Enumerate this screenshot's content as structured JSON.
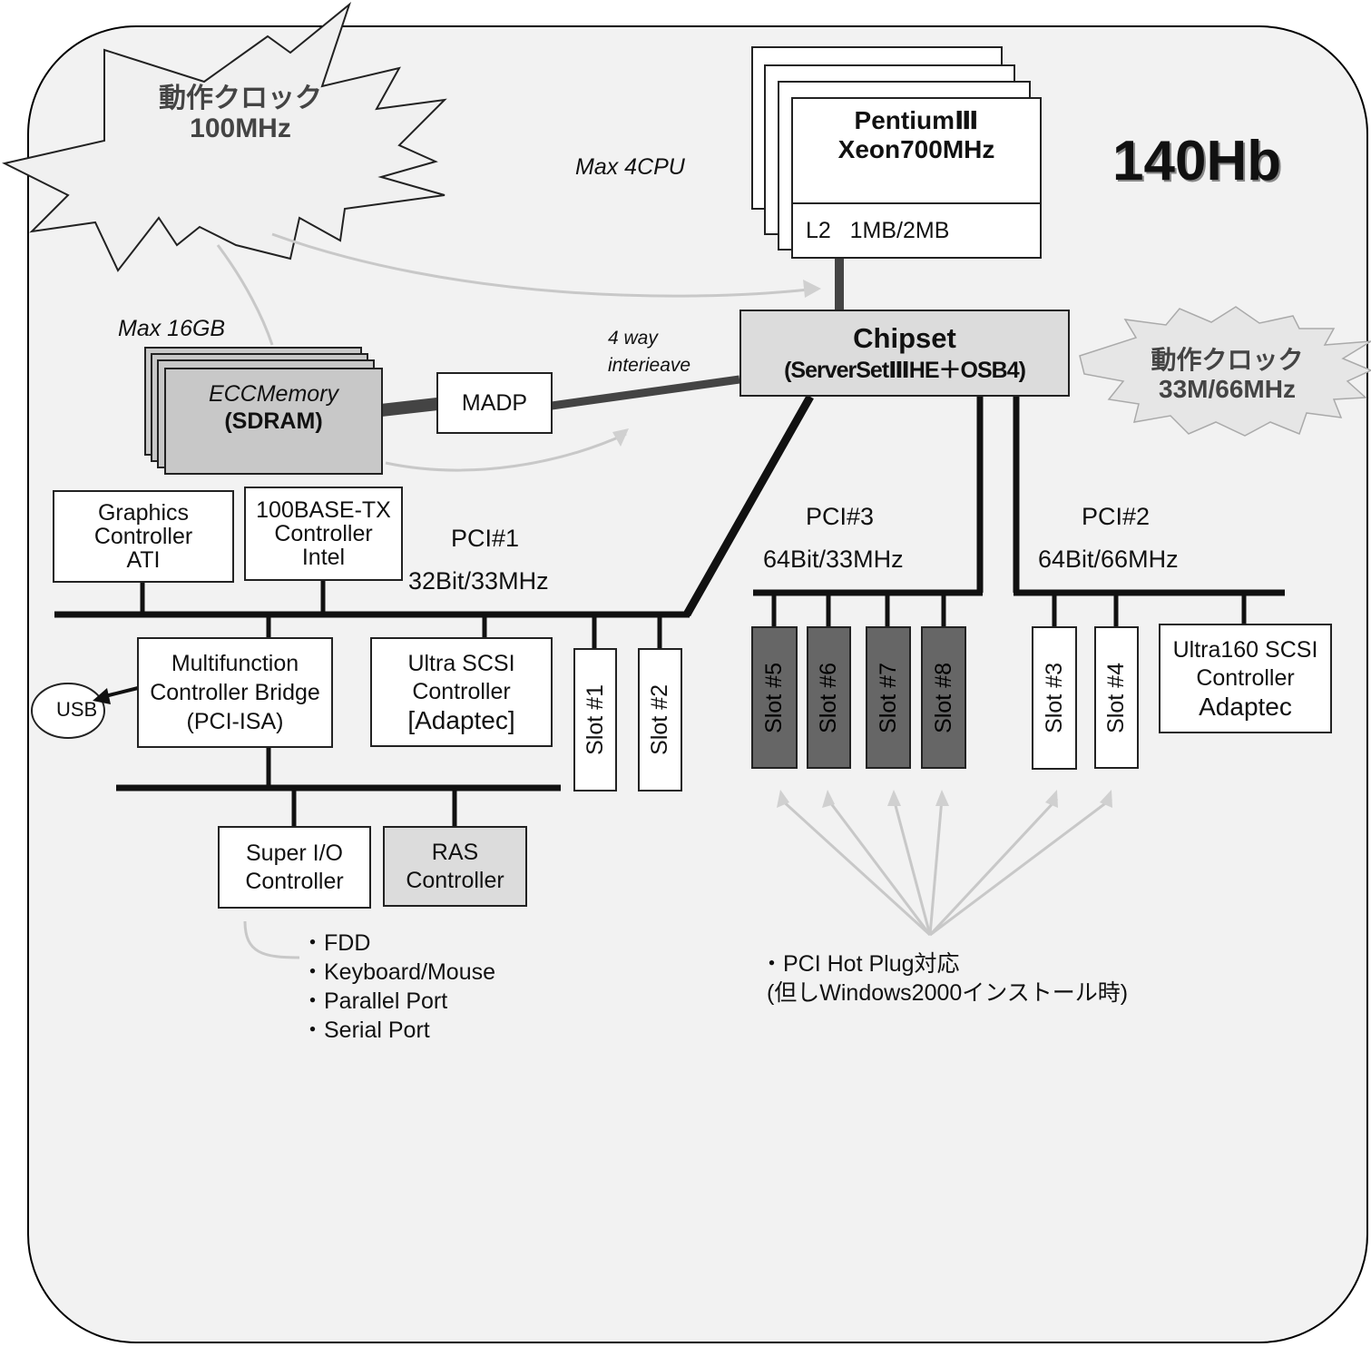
{
  "model": "140Hb",
  "burst_left": {
    "line1": "動作クロック",
    "line2": "100MHz"
  },
  "burst_right": {
    "line1": "動作クロック",
    "line2": "33M/66MHz"
  },
  "cpu": {
    "line1": "PentiumⅢ",
    "line2": "Xeon700MHz",
    "cache": "L2   1MB/2MB",
    "max_label": "Max 4CPU"
  },
  "chipset": {
    "title": "Chipset",
    "subtitle": "(ServerSetⅢHE＋OSB4)"
  },
  "memory": {
    "max_label": "Max 16GB",
    "line1": "ECCMemory",
    "line2": "(SDRAM)",
    "interleave_1": "4 way",
    "interleave_2": "interieave"
  },
  "madp": "MADP",
  "graphics": {
    "line1": "Graphics",
    "line2": "Controller",
    "line3": "ATI"
  },
  "lan": {
    "line1": "100BASE-TX",
    "line2": "Controller",
    "line3": "Intel"
  },
  "pci1": {
    "name": "PCI#1",
    "spec": "32Bit/33MHz"
  },
  "pci3": {
    "name": "PCI#3",
    "spec": "64Bit/33MHz"
  },
  "pci2": {
    "name": "PCI#2",
    "spec": "64Bit/66MHz"
  },
  "mfc": {
    "line1": "Multifunction",
    "line2": "Controller Bridge",
    "line3": "(PCI-ISA)"
  },
  "usb": "USB",
  "scsi1": {
    "line1": "Ultra SCSI",
    "line2": "Controller",
    "line3": "[Adaptec]"
  },
  "scsi2": {
    "line1": "Ultra160 SCSI",
    "line2": "Controller",
    "line3": "Adaptec"
  },
  "slots": {
    "s1": "Slot #1",
    "s2": "Slot #2",
    "s3": "Slot #3",
    "s4": "Slot #4",
    "s5": "Slot #5",
    "s6": "Slot #6",
    "s7": "Slot #7",
    "s8": "Slot #8"
  },
  "superio": {
    "line1": "Super I/O",
    "line2": "Controller"
  },
  "ras": {
    "line1": "RAS",
    "line2": "Controller"
  },
  "io_list": [
    "・FDD",
    "・Keyboard/Mouse",
    "・Parallel Port",
    "・Serial Port"
  ],
  "hotplug": {
    "line1": "・PCI Hot Plug対応",
    "line2": " (但しWindows2000インストール時)"
  }
}
